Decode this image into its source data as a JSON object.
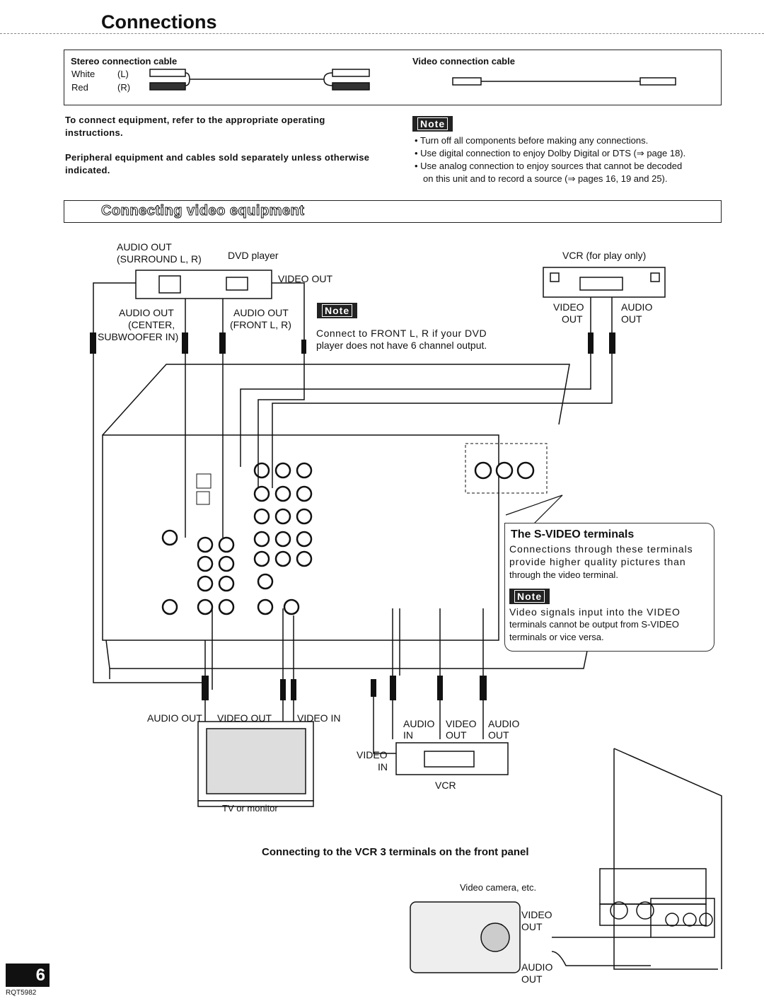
{
  "page": {
    "title": "Connections",
    "page_number": "6",
    "doc_code": "RQT5982"
  },
  "cables": {
    "stereo_label": "Stereo connection cable",
    "white_label": "White",
    "white_channel": "(L)",
    "red_label": "Red",
    "red_channel": "(R)",
    "video_label": "Video connection cable"
  },
  "instructions": {
    "line1": "To connect equipment, refer to the appropriate operating",
    "line1b": "instructions.",
    "line2": "Peripheral equipment and cables sold separately unless otherwise",
    "line2b": "indicated."
  },
  "note": {
    "badge": "Note",
    "bullets": [
      "Turn off all components before making any connections.",
      "Use digital connection to enjoy Dolby Digital or DTS (⇒ page 18).",
      "Use analog connection to enjoy sources that cannot be decoded",
      "on this unit and to record a source (⇒ pages 16, 19 and 25)."
    ]
  },
  "section": {
    "title": "Connecting video equipment"
  },
  "diagram": {
    "dvd_audio_out_surround_1": "AUDIO OUT",
    "dvd_audio_out_surround_2": "(SURROUND L, R)",
    "dvd_player": "DVD player",
    "dvd_video_out": "VIDEO OUT",
    "dvd_audio_center_1": "AUDIO OUT",
    "dvd_audio_center_2": "(CENTER,",
    "dvd_audio_center_3": "SUBWOOFER IN)",
    "dvd_audio_front_1": "AUDIO OUT",
    "dvd_audio_front_2": "(FRONT L, R)",
    "dvd_note_1": "Connect to FRONT L, R if your DVD",
    "dvd_note_2": "player does not have 6 channel output.",
    "vcr_play": "VCR (for play only)",
    "vcr_video": "VIDEO",
    "vcr_out": "OUT",
    "vcr_audio": "AUDIO",
    "vcr_audio_out": "OUT",
    "tv_audio_out": "AUDIO OUT",
    "tv_video_out": "VIDEO OUT",
    "tv_video_in": "VIDEO IN",
    "tv_or_monitor": "TV or monitor",
    "vcr2_audio_in_1": "AUDIO",
    "vcr2_audio_in_2": "IN",
    "vcr2_video_out_1": "VIDEO",
    "vcr2_video_out_2": "OUT",
    "vcr2_audio_out_1": "AUDIO",
    "vcr2_audio_out_2": "OUT",
    "vcr2_video_in_1": "VIDEO",
    "vcr2_video_in_2": "IN",
    "vcr2_label": "VCR"
  },
  "svideo": {
    "title": "The S-VIDEO terminals",
    "text": [
      "Connections through these terminals",
      "provide higher quality pictures than",
      "through the video terminal."
    ],
    "note_text": [
      "Video signals input into the VIDEO",
      "terminals cannot be output from S-VIDEO",
      "terminals or vice versa."
    ]
  },
  "front_panel": {
    "title": "Connecting to the VCR 3 terminals on the front panel",
    "video_camera": "Video camera, etc.",
    "video_out_1": "VIDEO",
    "video_out_2": "OUT",
    "audio_out_1": "AUDIO",
    "audio_out_2": "OUT"
  }
}
